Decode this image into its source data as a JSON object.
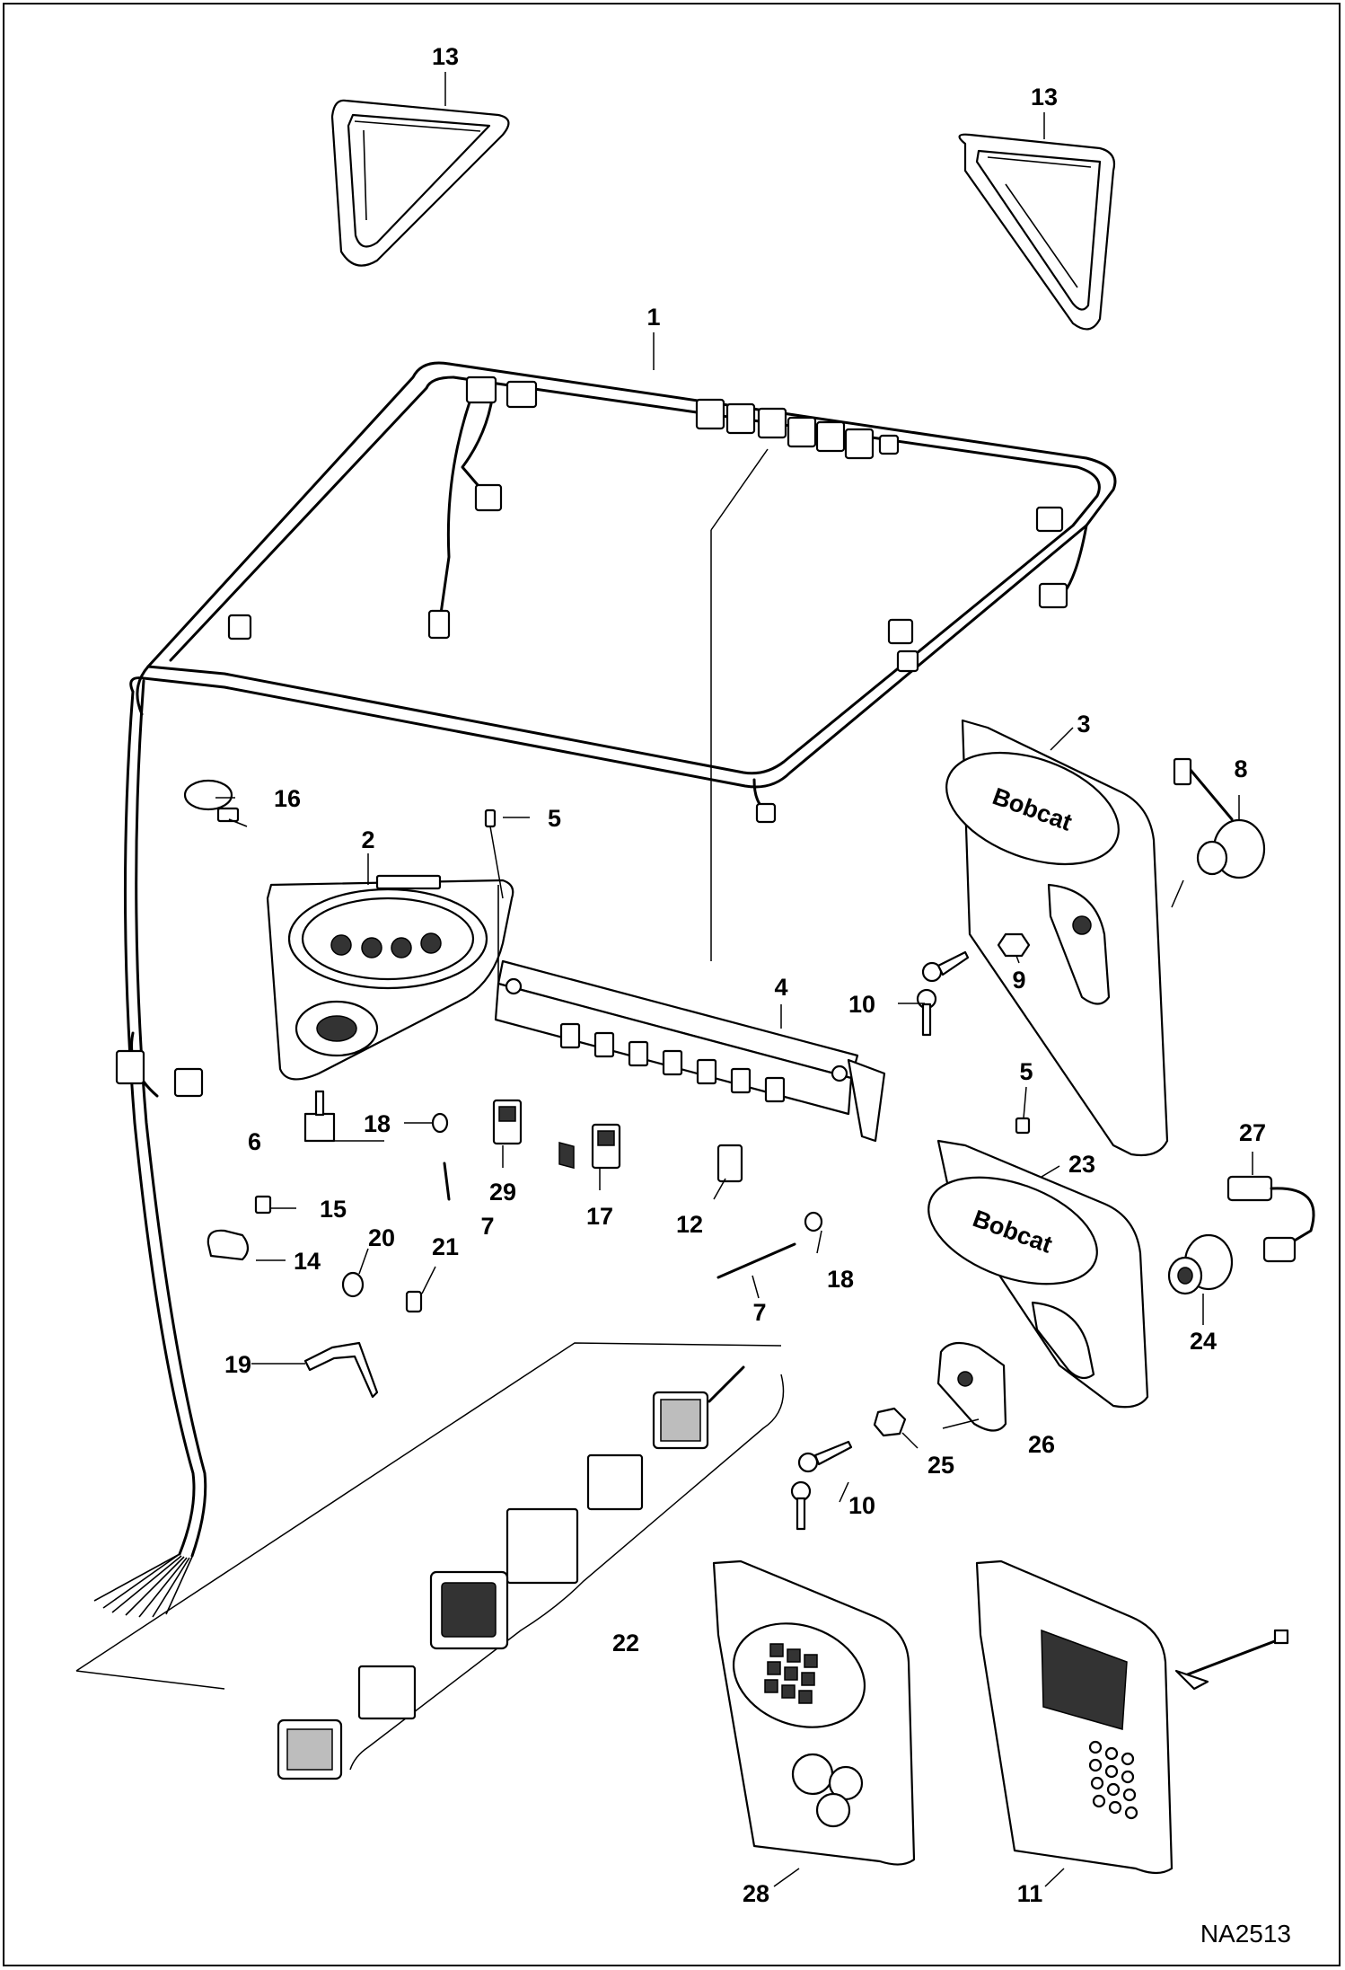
{
  "diagram": {
    "drawing_code": "NA2513",
    "callouts": {
      "c1": "1",
      "c2": "2",
      "c3": "3",
      "c4": "4",
      "c5a": "5",
      "c5b": "5",
      "c6": "6",
      "c7a": "7",
      "c7b": "7",
      "c8": "8",
      "c9": "9",
      "c10a": "10",
      "c10b": "10",
      "c11": "11",
      "c12": "12",
      "c13a": "13",
      "c13b": "13",
      "c14": "14",
      "c15": "15",
      "c16": "16",
      "c17": "17",
      "c18a": "18",
      "c18b": "18",
      "c19": "19",
      "c20": "20",
      "c21": "21",
      "c22": "22",
      "c23": "23",
      "c24": "24",
      "c25": "25",
      "c26": "26",
      "c27": "27",
      "c28": "28",
      "c29": "29"
    },
    "panel_logo_text": "Bobcat"
  }
}
